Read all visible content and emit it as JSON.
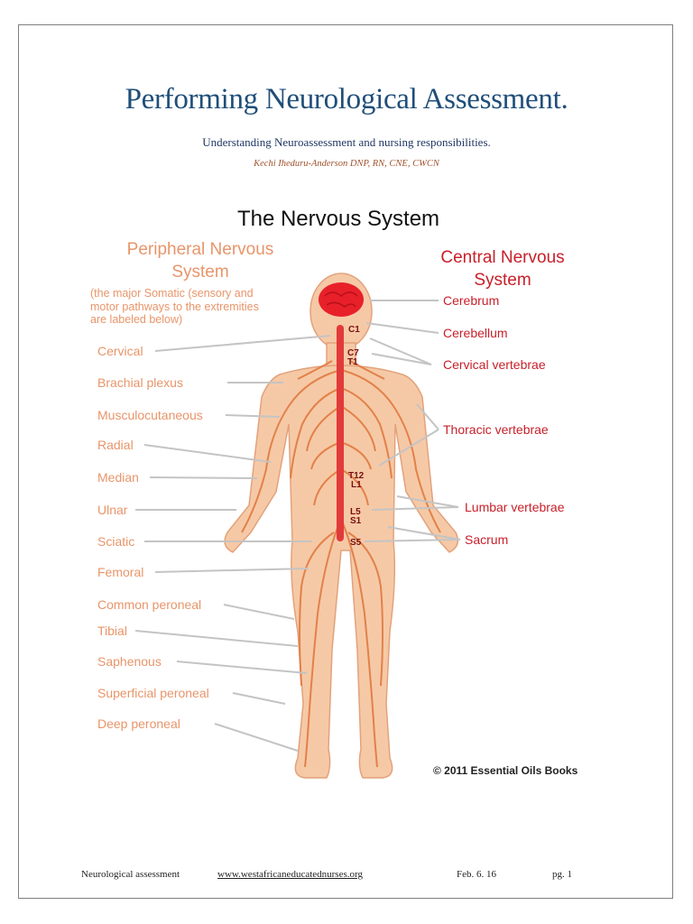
{
  "document": {
    "title": "Performing Neurological Assessment.",
    "subtitle": "Understanding Neuroassessment and nursing responsibilities.",
    "author": "Kechi Iheduru-Anderson DNP, RN, CNE, CWCN"
  },
  "diagram": {
    "heading": "The Nervous System",
    "pns_heading_line1": "Peripheral Nervous",
    "pns_heading_line2": "System",
    "pns_note_line1": "(the major Somatic (sensory and",
    "pns_note_line2": "motor pathways to the extremities",
    "pns_note_line3": "are labeled below)",
    "cns_heading_line1": "Central Nervous",
    "cns_heading_line2": "System",
    "pns_labels": [
      "Cervical",
      "Brachial plexus",
      "Musculocutaneous",
      "Radial",
      "Median",
      "Ulnar",
      "Sciatic",
      "Femoral",
      "Common peroneal",
      "Tibial",
      "Saphenous",
      "Superficial peroneal",
      "Deep peroneal"
    ],
    "cns_labels": [
      "Cerebrum",
      "Cerebellum",
      "Cervical vertebrae",
      "Thoracic vertebrae",
      "Lumbar vertebrae",
      "Sacrum"
    ],
    "spine_markers": [
      "C1",
      "C7",
      "T1",
      "T12",
      "L1",
      "L5",
      "S1",
      "S5"
    ],
    "copyright": "© 2011 Essential Oils Books",
    "colors": {
      "pns_text": "#e8956a",
      "cns_text": "#c8202a",
      "body_fill": "#f6c9a6",
      "nerve": "#e07a40",
      "spine": "#e23a3a",
      "pointer": "#c0c0c0"
    }
  },
  "footer": {
    "label": "Neurological assessment",
    "url": "www.westafricaneducatednurses.org",
    "date": "Feb. 6. 16",
    "page": "pg. 1"
  }
}
